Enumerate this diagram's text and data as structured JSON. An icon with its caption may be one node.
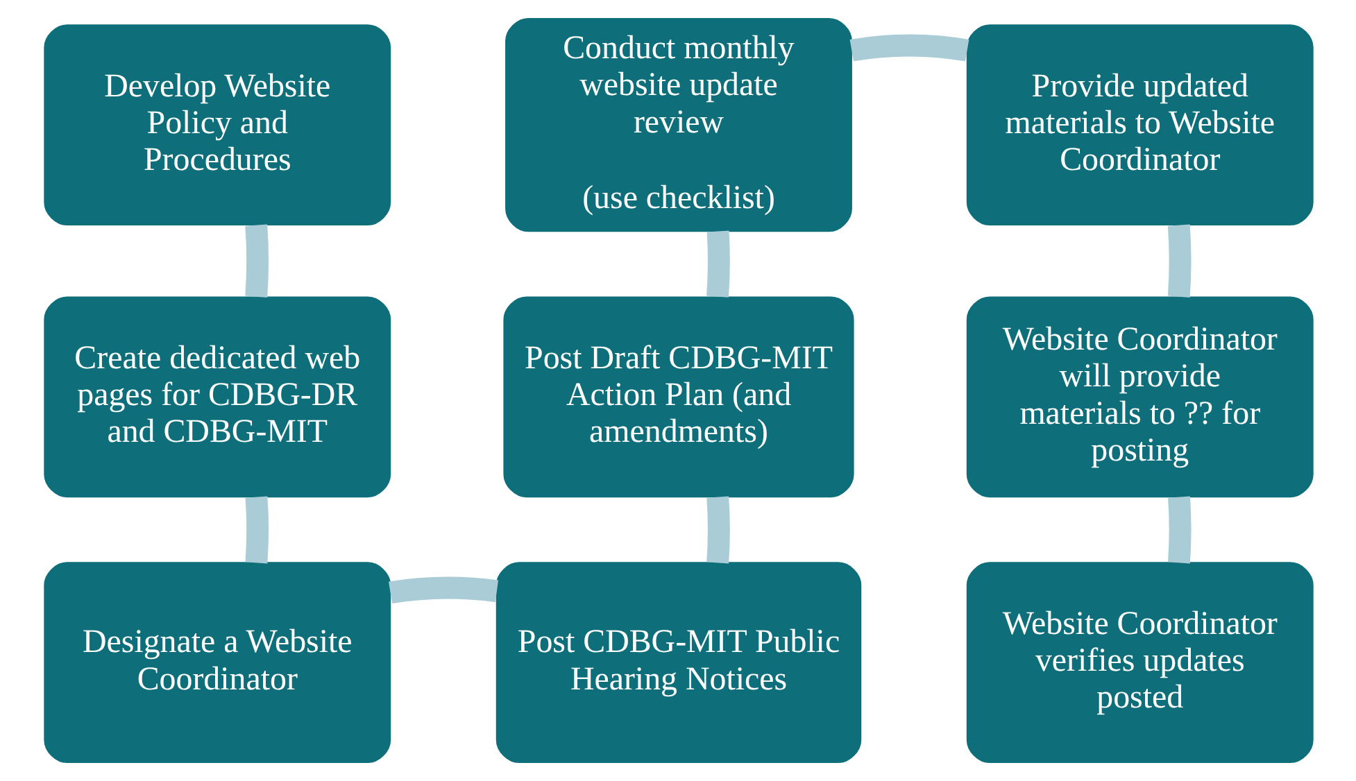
{
  "diagram": {
    "nodes": [
      {
        "text": [
          "Develop Website Policy and Procedures"
        ]
      },
      {
        "text": [
          "Create dedicated web pages for CDBG-DR and CDBG-MIT"
        ]
      },
      {
        "text": [
          "Designate a Website Coordinator"
        ]
      },
      {
        "text": [
          "Post CDBG-MIT Public Hearing Notices"
        ]
      },
      {
        "text": [
          "Post Draft CDBG-MIT Action Plan (and amendments)"
        ]
      },
      {
        "text": [
          "Conduct monthly website update review",
          "(use checklist)"
        ]
      },
      {
        "text": [
          "Provide updated materials to Website Coordinator"
        ]
      },
      {
        "text": [
          "Website Coordinator will provide materials to ?? for posting"
        ]
      },
      {
        "text": [
          "Website Coordinator verifies updates posted"
        ]
      }
    ],
    "edges": [
      {
        "from": 0,
        "to": 1,
        "arrow": "none"
      },
      {
        "from": 1,
        "to": 2,
        "arrow": "none"
      },
      {
        "from": 2,
        "to": 3,
        "arrow": "none"
      },
      {
        "from": 3,
        "to": 4,
        "arrow": "none"
      },
      {
        "from": 4,
        "to": 5,
        "arrow": "none"
      },
      {
        "from": 5,
        "to": 6,
        "arrow": "none"
      },
      {
        "from": 6,
        "to": 7,
        "arrow": "none"
      },
      {
        "from": 7,
        "to": 8,
        "arrow": "none"
      }
    ]
  }
}
